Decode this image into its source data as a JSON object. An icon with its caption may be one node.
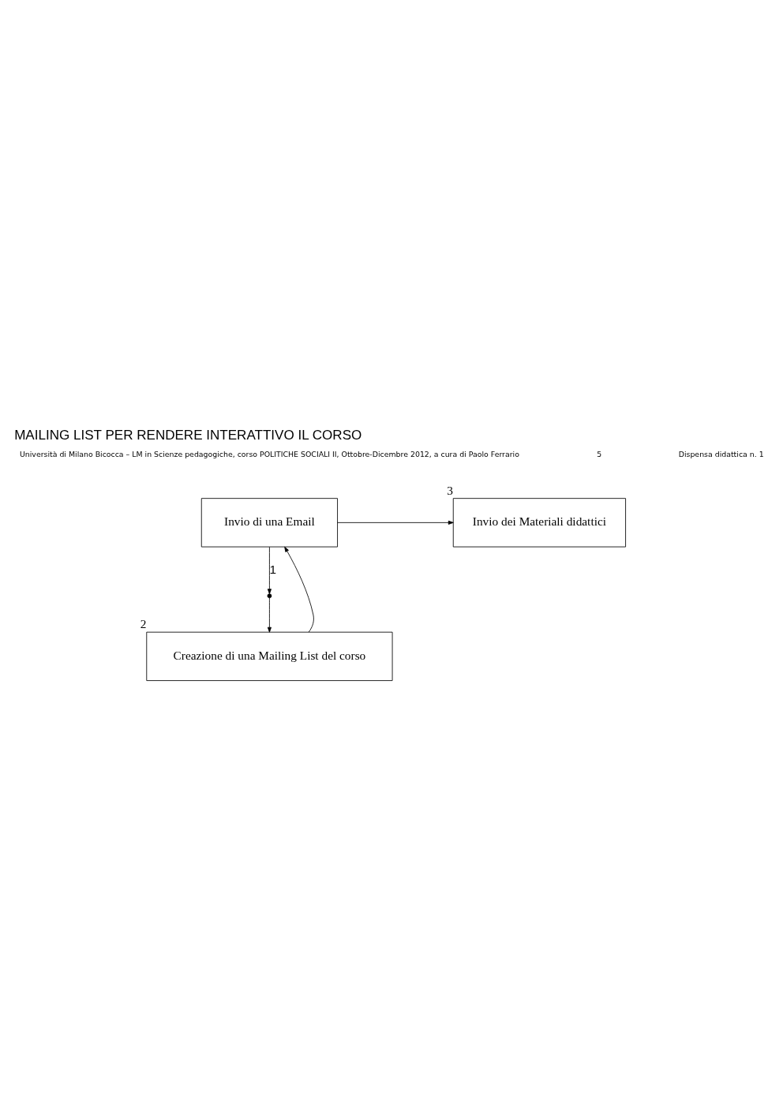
{
  "diagram": {
    "title": "MAILING LIST PER RENDERE INTERATTIVO IL CORSO",
    "nodes": [
      {
        "text": [
          "Invio di una Email"
        ]
      },
      {
        "text": [
          "Invio dei Materiali didattici"
        ],
        "beside": [
          "3"
        ]
      },
      {
        "text": [],
        "shape": "point"
      },
      {
        "text": [
          "Creazione di una Mailing List del corso"
        ],
        "beside": [
          "2"
        ]
      }
    ],
    "edges": [
      {
        "from": 0,
        "to": 1,
        "arrow": "to"
      },
      {
        "from": 0,
        "to": 2,
        "arrow": "to",
        "label": "1"
      },
      {
        "from": 2,
        "to": 3,
        "arrow": "to"
      },
      {
        "from": 3,
        "to": 0,
        "arrow": "to"
      }
    ],
    "labels": [
      "Università di Milano Bicocca – LM in Scienze pedagogiche, corso POLITICHE SOCIALI II, Ottobre-Dicembre 2012, a cura di Paolo Ferrario",
      "5",
      "Dispensa didattica n. 1"
    ]
  }
}
